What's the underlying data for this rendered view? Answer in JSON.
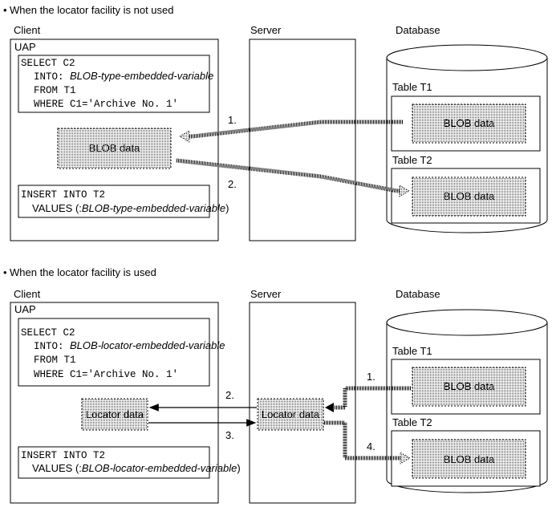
{
  "section1": {
    "heading": "When the locator facility is not used",
    "client_label": "Client",
    "server_label": "Server",
    "database_label": "Database",
    "uap_label": "UAP",
    "select_sql": {
      "line1": "SELECT C2",
      "line2_prefix": "INTO: ",
      "line2_var": "BLOB-type-embedded-variable",
      "line3": "FROM T1",
      "line4": "WHERE C1='Archive No. 1'"
    },
    "insert_sql": {
      "line1": "INSERT INTO T2",
      "line2_prefix": "VALUES (:",
      "line2_var": "BLOB-type-embedded-variable",
      "line2_suffix": ")"
    },
    "client_blob": "BLOB data",
    "table1_label": "Table T1",
    "table1_blob": "BLOB data",
    "table2_label": "Table T2",
    "table2_blob": "BLOB data",
    "step1": "1.",
    "step2": "2."
  },
  "section2": {
    "heading": "When the locator facility is used",
    "client_label": "Client",
    "server_label": "Server",
    "database_label": "Database",
    "uap_label": "UAP",
    "select_sql": {
      "line1": "SELECT C2",
      "line2_prefix": "INTO: ",
      "line2_var": "BLOB-locator-embedded-variable",
      "line3": "FROM T1",
      "line4": "WHERE C1='Archive No. 1'"
    },
    "insert_sql": {
      "line1": "INSERT INTO T2",
      "line2_prefix": "VALUES (:",
      "line2_var": "BLOB-locator-embedded-variable",
      "line2_suffix": ")"
    },
    "client_locator": "Locator data",
    "server_locator": "Locator data",
    "table1_label": "Table T1",
    "table1_blob": "BLOB data",
    "table2_label": "Table T2",
    "table2_blob": "BLOB data",
    "step1": "1.",
    "step2": "2.",
    "step3": "3.",
    "step4": "4."
  }
}
